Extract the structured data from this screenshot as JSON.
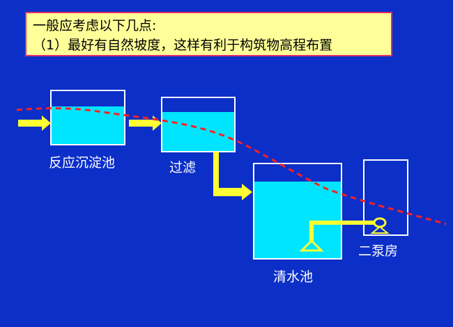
{
  "note": {
    "line1": "一般应考虑以下几点:",
    "line2": "（1）最好有自然坡度，这样有利于构筑物高程布置"
  },
  "labels": {
    "tank1": "反应沉淀池",
    "tank2": "过滤",
    "tank3": "清水池",
    "pump_house": "二泵房"
  },
  "colors": {
    "background": "#0c2fc8",
    "water": "#00e5ff",
    "pipe": "#ffff33",
    "slope_line": "#ff2020",
    "note_bg": "#ffff99",
    "note_border": "#e0306a"
  }
}
